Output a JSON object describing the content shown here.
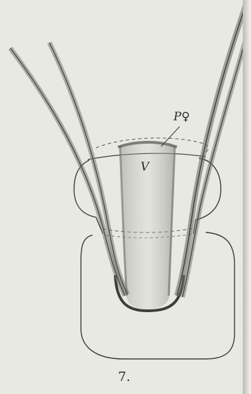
{
  "labels": {
    "p_female": "P♀",
    "v": "V",
    "figure_number": "7."
  },
  "colors": {
    "paper": "#e9e9e4",
    "ink": "#333333",
    "shade": "#8d8d86"
  }
}
